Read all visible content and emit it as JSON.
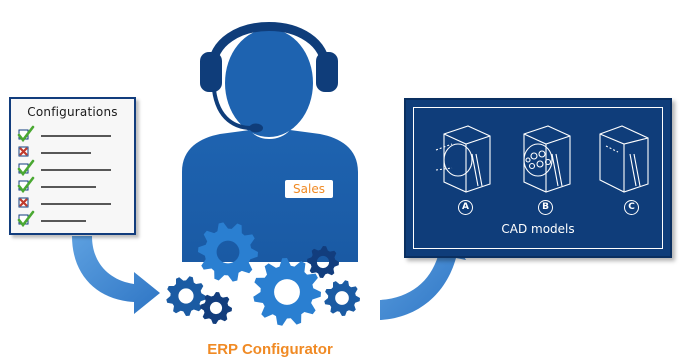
{
  "document": {
    "title": "Configurations",
    "rows": [
      {
        "status": "check"
      },
      {
        "status": "cross"
      },
      {
        "status": "check"
      },
      {
        "status": "check"
      },
      {
        "status": "cross"
      },
      {
        "status": "check"
      }
    ]
  },
  "person": {
    "badge": "Sales"
  },
  "cad": {
    "models": [
      {
        "label": "A"
      },
      {
        "label": "B"
      },
      {
        "label": "C"
      }
    ],
    "caption": "CAD models"
  },
  "erp": {
    "label": "ERP Configurator"
  },
  "colors": {
    "navy": "#0f3d7a",
    "person_blue": "#1e63b0",
    "gear_blue": "#2a7fd1",
    "arrow_blue": "#3b86d4",
    "orange": "#f08a24",
    "check_green": "#4aa832",
    "cross_red": "#c0392b"
  }
}
